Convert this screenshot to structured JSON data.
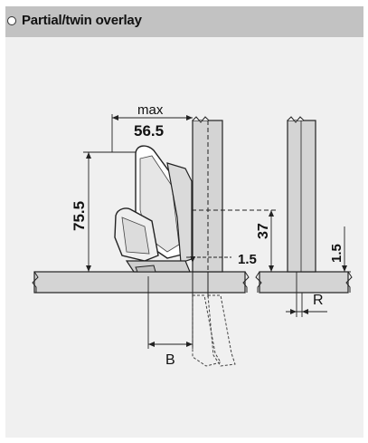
{
  "header": {
    "title": "Partial/twin overlay"
  },
  "diagram": {
    "dim_max_label": "max",
    "dim_max_value": "56.5",
    "dim_height": "75.5",
    "dim_37": "37",
    "dim_1_5_a": "1.5",
    "dim_1_5_b": "1.5",
    "dim_R": "R",
    "dim_B": "B"
  }
}
